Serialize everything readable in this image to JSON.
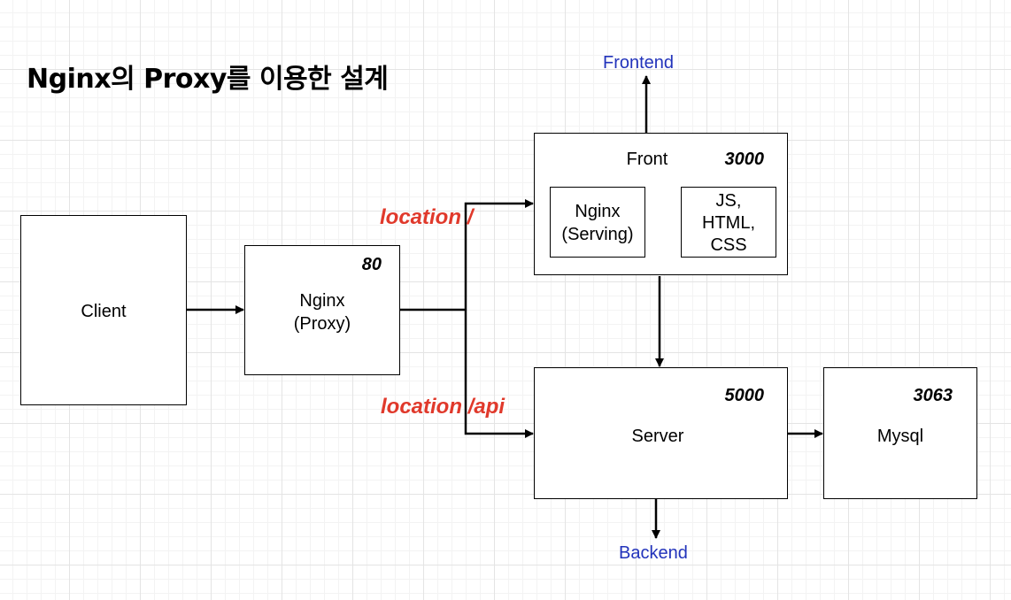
{
  "title": "Nginx의 Proxy를 이용한 설계",
  "nodes": {
    "client": {
      "label": "Client"
    },
    "proxy": {
      "label_line1": "Nginx",
      "label_line2": "(Proxy)",
      "port": "80"
    },
    "front": {
      "label": "Front",
      "port": "3000"
    },
    "nginx_serving": {
      "label_line1": "Nginx",
      "label_line2": "(Serving)"
    },
    "static_assets": {
      "label_line1": "JS,",
      "label_line2": "HTML,",
      "label_line3": "CSS"
    },
    "server": {
      "label": "Server",
      "port": "5000"
    },
    "mysql": {
      "label": "Mysql",
      "port": "3063"
    }
  },
  "routes": {
    "root": "location /",
    "api": "location /api"
  },
  "external": {
    "frontend": "Frontend",
    "backend": "Backend"
  },
  "colors": {
    "route_label": "#e0392b",
    "external_label": "#2233bb",
    "stroke": "#000000"
  }
}
